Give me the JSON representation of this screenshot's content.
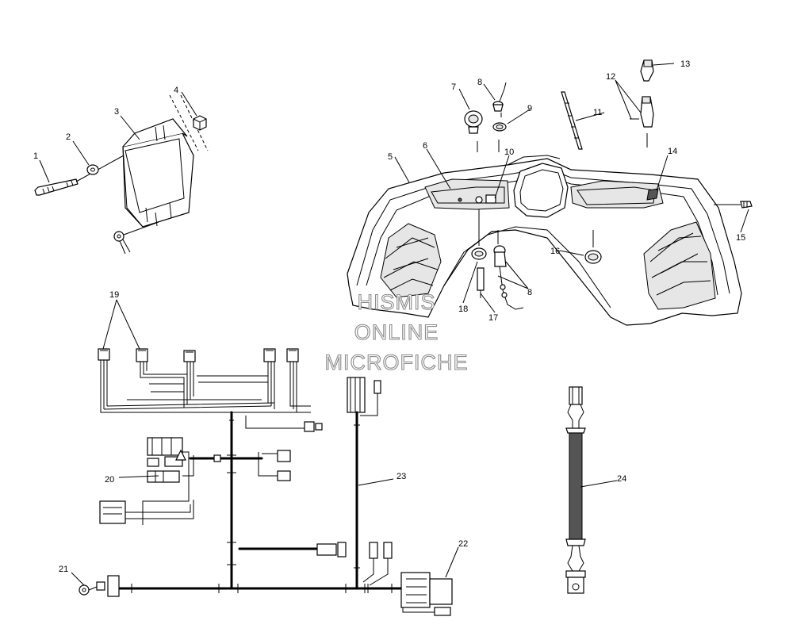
{
  "watermark": {
    "line1": "HISMIS",
    "line2": "ONLINE",
    "line3": "MICROFICHE"
  },
  "callouts": [
    "1",
    "2",
    "3",
    "4",
    "5",
    "6",
    "7",
    "8",
    "9",
    "10",
    "11",
    "12",
    "13",
    "14",
    "15",
    "16",
    "8",
    "17",
    "18",
    "19",
    "20",
    "21",
    "22",
    "23",
    "24"
  ]
}
